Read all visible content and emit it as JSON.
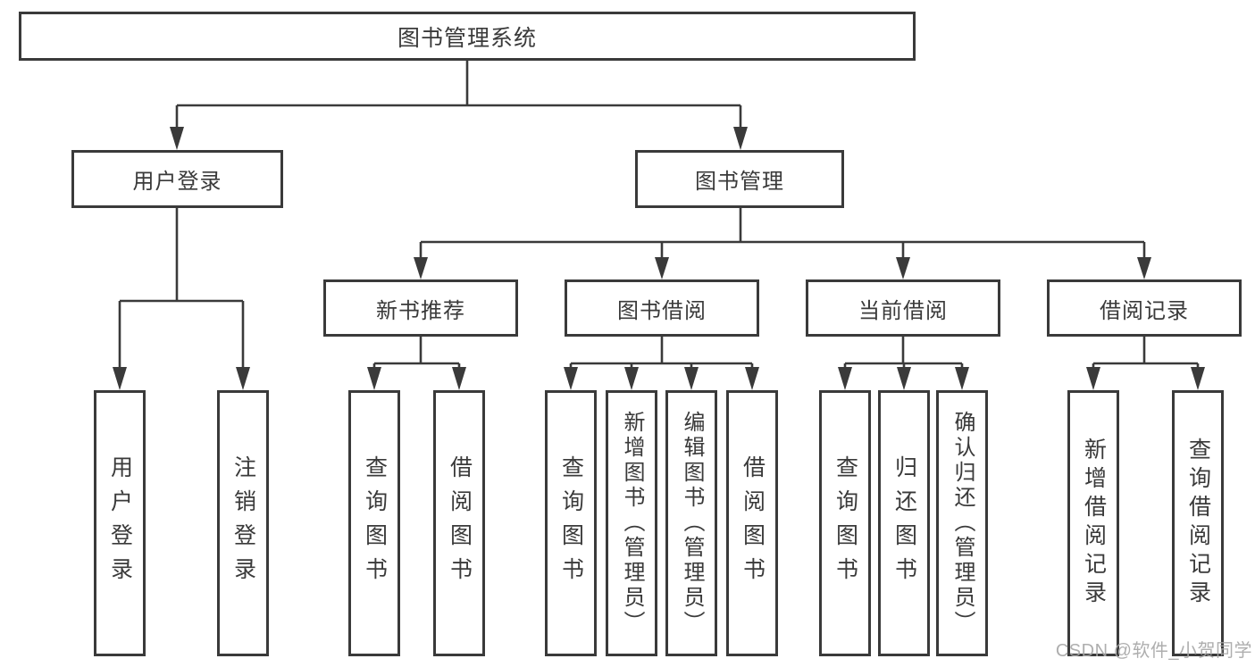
{
  "colors": {
    "line": "#3a3a3a",
    "box_border": "#3a3a3a",
    "text": "#3a3a3a",
    "watermark": "#a6a6a6",
    "background": "#ffffff"
  },
  "watermark": {
    "text": "CSDN @软件_小贺同学"
  },
  "tree": {
    "root": {
      "label": "图书管理系统"
    },
    "branches": [
      {
        "label": "用户登录",
        "children": [
          {
            "label": "用户登录"
          },
          {
            "label": "注销登录"
          }
        ]
      },
      {
        "label": "图书管理",
        "children": [
          {
            "label": "新书推荐",
            "children": [
              {
                "label": "查询图书"
              },
              {
                "label": "借阅图书"
              }
            ]
          },
          {
            "label": "图书借阅",
            "children": [
              {
                "label": "查询图书"
              },
              {
                "label": "新增图书（管理员）"
              },
              {
                "label": "编辑图书（管理员）"
              },
              {
                "label": "借阅图书"
              }
            ]
          },
          {
            "label": "当前借阅",
            "children": [
              {
                "label": "查询图书"
              },
              {
                "label": "归还图书"
              },
              {
                "label": "确认归还（管理员）"
              }
            ]
          },
          {
            "label": "借阅记录",
            "children": [
              {
                "label": "新增借阅记录"
              },
              {
                "label": "查询借阅记录"
              }
            ]
          }
        ]
      }
    ]
  }
}
